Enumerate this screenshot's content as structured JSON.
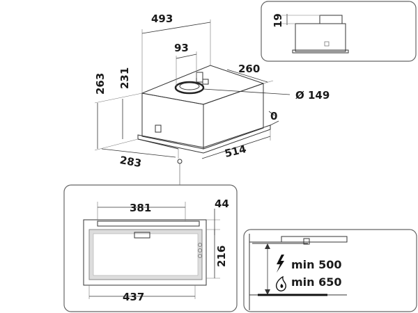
{
  "dimensions": {
    "width_total": "493",
    "duct_offset": "93",
    "depth_top": "260",
    "height_total": "263",
    "height_body": "231",
    "duct_diameter": "Ø 149",
    "offset_zero": "0",
    "depth_bottom": "283",
    "width_bottom": "514",
    "top_height": "19",
    "panel_width": "381",
    "frame_depth": "44",
    "cutout_depth": "216",
    "cutout_width": "437",
    "clearance_electric": "min 500",
    "clearance_gas": "min 650"
  },
  "icons": {
    "electric": "lightning-icon",
    "gas": "flame-icon"
  },
  "colors": {
    "line": "#333333",
    "panel_border": "#666666",
    "grille": "#dddddd"
  }
}
